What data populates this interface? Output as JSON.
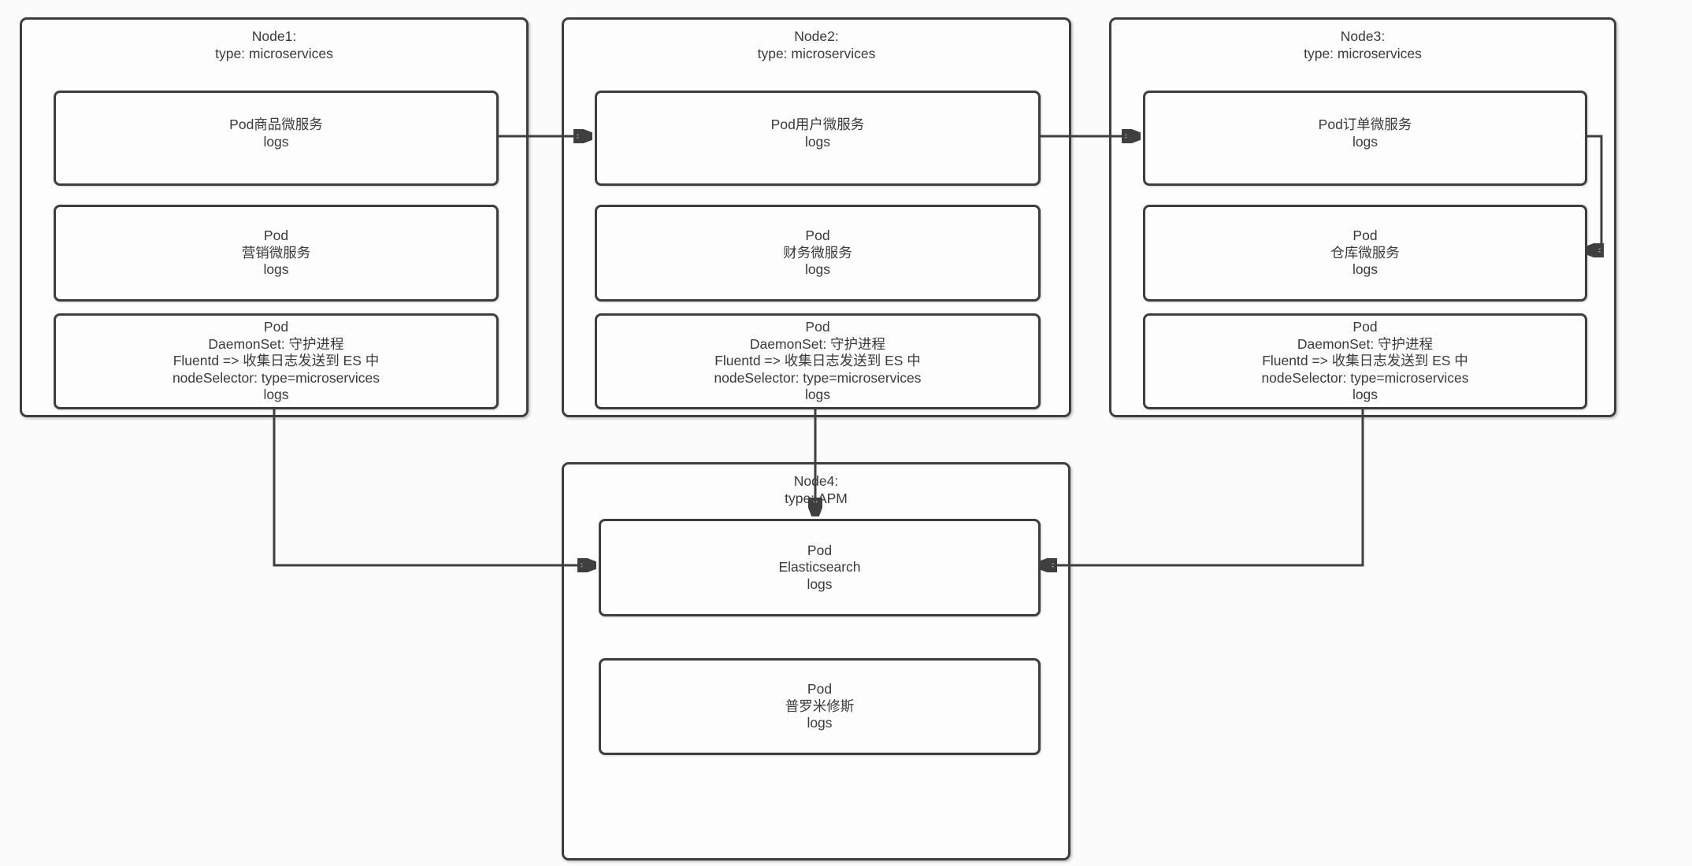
{
  "diagram": {
    "colors": {
      "line": "#3f3f3f",
      "text": "#3a3a3a",
      "background": "#fbfbfb"
    },
    "nodes": [
      {
        "title": "Node1:",
        "type_label": "type: microservices",
        "pods": [
          {
            "lines": [
              "Pod商品微服务",
              "logs"
            ]
          },
          {
            "lines": [
              "Pod",
              "营销微服务",
              "logs"
            ]
          },
          {
            "lines": [
              "Pod",
              "DaemonSet: 守护进程",
              "Fluentd => 收集日志发送到 ES 中",
              "nodeSelector: type=microservices",
              "logs"
            ]
          }
        ]
      },
      {
        "title": "Node2:",
        "type_label": "type: microservices",
        "pods": [
          {
            "lines": [
              "Pod用户微服务",
              "logs"
            ]
          },
          {
            "lines": [
              "Pod",
              "财务微服务",
              "logs"
            ]
          },
          {
            "lines": [
              "Pod",
              "DaemonSet: 守护进程",
              "Fluentd => 收集日志发送到 ES 中",
              "nodeSelector: type=microservices",
              "logs"
            ]
          }
        ]
      },
      {
        "title": "Node3:",
        "type_label": "type: microservices",
        "pods": [
          {
            "lines": [
              "Pod订单微服务",
              "logs"
            ]
          },
          {
            "lines": [
              "Pod",
              "仓库微服务",
              "logs"
            ]
          },
          {
            "lines": [
              "Pod",
              "DaemonSet: 守护进程",
              "Fluentd => 收集日志发送到 ES 中",
              "nodeSelector: type=microservices",
              "logs"
            ]
          }
        ]
      },
      {
        "title": "Node4:",
        "type_label": "type: APM",
        "pods": [
          {
            "lines": [
              "Pod",
              "Elasticsearch",
              "logs"
            ]
          },
          {
            "lines": [
              "Pod",
              "普罗米修斯",
              "logs"
            ]
          }
        ]
      }
    ],
    "edges": [
      {
        "from": "node1-pod-商品微服务",
        "to": "node2-pod-用户微服务"
      },
      {
        "from": "node2-pod-用户微服务",
        "to": "node3-pod-订单微服务"
      },
      {
        "from": "node3-pod-订单微服务",
        "to": "node3-pod-仓库微服务"
      },
      {
        "from": "node1-pod-daemonset-fluentd",
        "to": "node4-pod-elasticsearch"
      },
      {
        "from": "node2-pod-daemonset-fluentd",
        "to": "node4-pod-elasticsearch"
      },
      {
        "from": "node3-pod-daemonset-fluentd",
        "to": "node4-pod-elasticsearch"
      }
    ]
  }
}
